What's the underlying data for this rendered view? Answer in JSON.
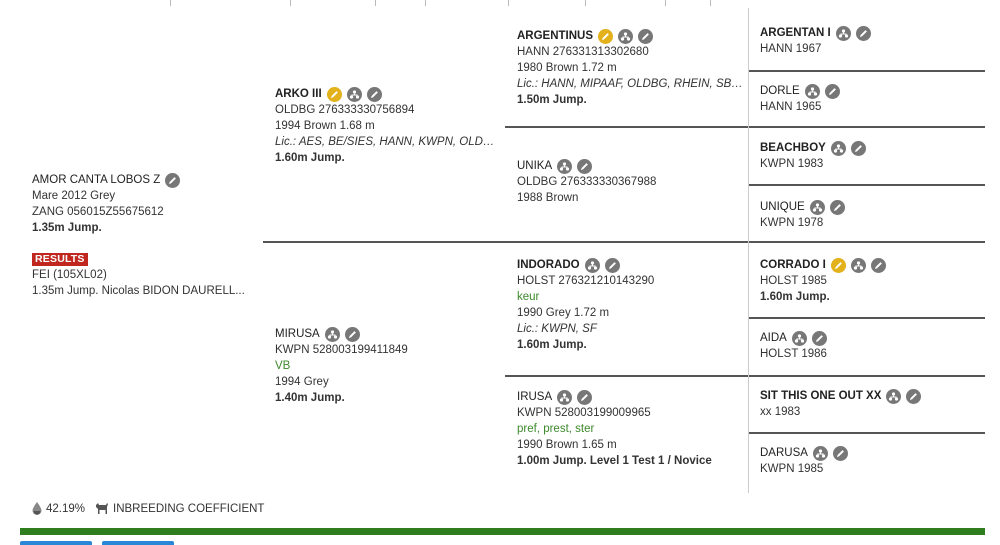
{
  "subject": {
    "name": "AMOR CANTA LOBOS Z",
    "line1": "Mare 2012 Grey",
    "line2": "ZANG 056015Z55675612",
    "jump": "1.35m Jump.",
    "results_badge": "RESULTS",
    "results_line1": "FEI (105XL02)",
    "results_line2": "1.35m Jump. Nicolas BIDON DAURELL..."
  },
  "sire": {
    "name": "ARKO III",
    "reg": "OLDBG 276333330756894",
    "desc": "1994 Brown 1.68 m",
    "lic": "Lic.: AES, BE/SIES, HANN, KWPN, OLDBG, ...",
    "jump": "1.60m Jump."
  },
  "dam": {
    "name": "MIRUSA",
    "reg": "KWPN 528003199411849",
    "pred": "VB",
    "desc": "1994 Grey",
    "jump": "1.40m Jump."
  },
  "gp1": {
    "name": "ARGENTINUS",
    "reg": "HANN 276331313302680",
    "desc": "1980 Brown 1.72 m",
    "lic": "Lic.: HANN, MIPAAF, OLDBG, RHEIN, SBS,...",
    "jump": "1.50m Jump."
  },
  "gp2": {
    "name": "UNIKA",
    "reg": "OLDBG 276333330367988",
    "desc": "1988 Brown"
  },
  "gp3": {
    "name": "INDORADO",
    "reg": "HOLST 276321210143290",
    "pred": "keur",
    "desc": "1990 Grey 1.72 m",
    "lic": "Lic.: KWPN, SF",
    "jump": "1.60m Jump."
  },
  "gp4": {
    "name": "IRUSA",
    "reg": "KWPN 528003199009965",
    "pred": "pref, prest, ster",
    "desc": "1990 Brown 1.65 m",
    "jump": "1.00m Jump. Level 1 Test 1 / Novice"
  },
  "ggp": [
    {
      "name": "ARGENTAN I",
      "reg": "HANN 1967"
    },
    {
      "name": "DORLE",
      "reg": "HANN 1965"
    },
    {
      "name": "BEACHBOY",
      "reg": "KWPN 1983"
    },
    {
      "name": "UNIQUE",
      "reg": "KWPN 1978"
    },
    {
      "name": "CORRADO I",
      "reg": "HOLST 1985",
      "jump": "1.60m Jump."
    },
    {
      "name": "AIDA",
      "reg": "HOLST 1986"
    },
    {
      "name": "SIT THIS ONE OUT XX",
      "reg": "xx 1983"
    },
    {
      "name": "DARUSA",
      "reg": "KWPN 1985"
    }
  ],
  "inbreeding": {
    "value": "42.19%",
    "label": "INBREEDING COEFFICIENT"
  },
  "colors": {
    "accent_green": "#2e7d1f",
    "results_red": "#c0281f",
    "gold_icon": "#e2b11c",
    "button_blue": "#2a86d6"
  },
  "icons": [
    "pedigree-icon",
    "edit-icon",
    "approved-icon",
    "drop-icon",
    "horse-icon"
  ]
}
